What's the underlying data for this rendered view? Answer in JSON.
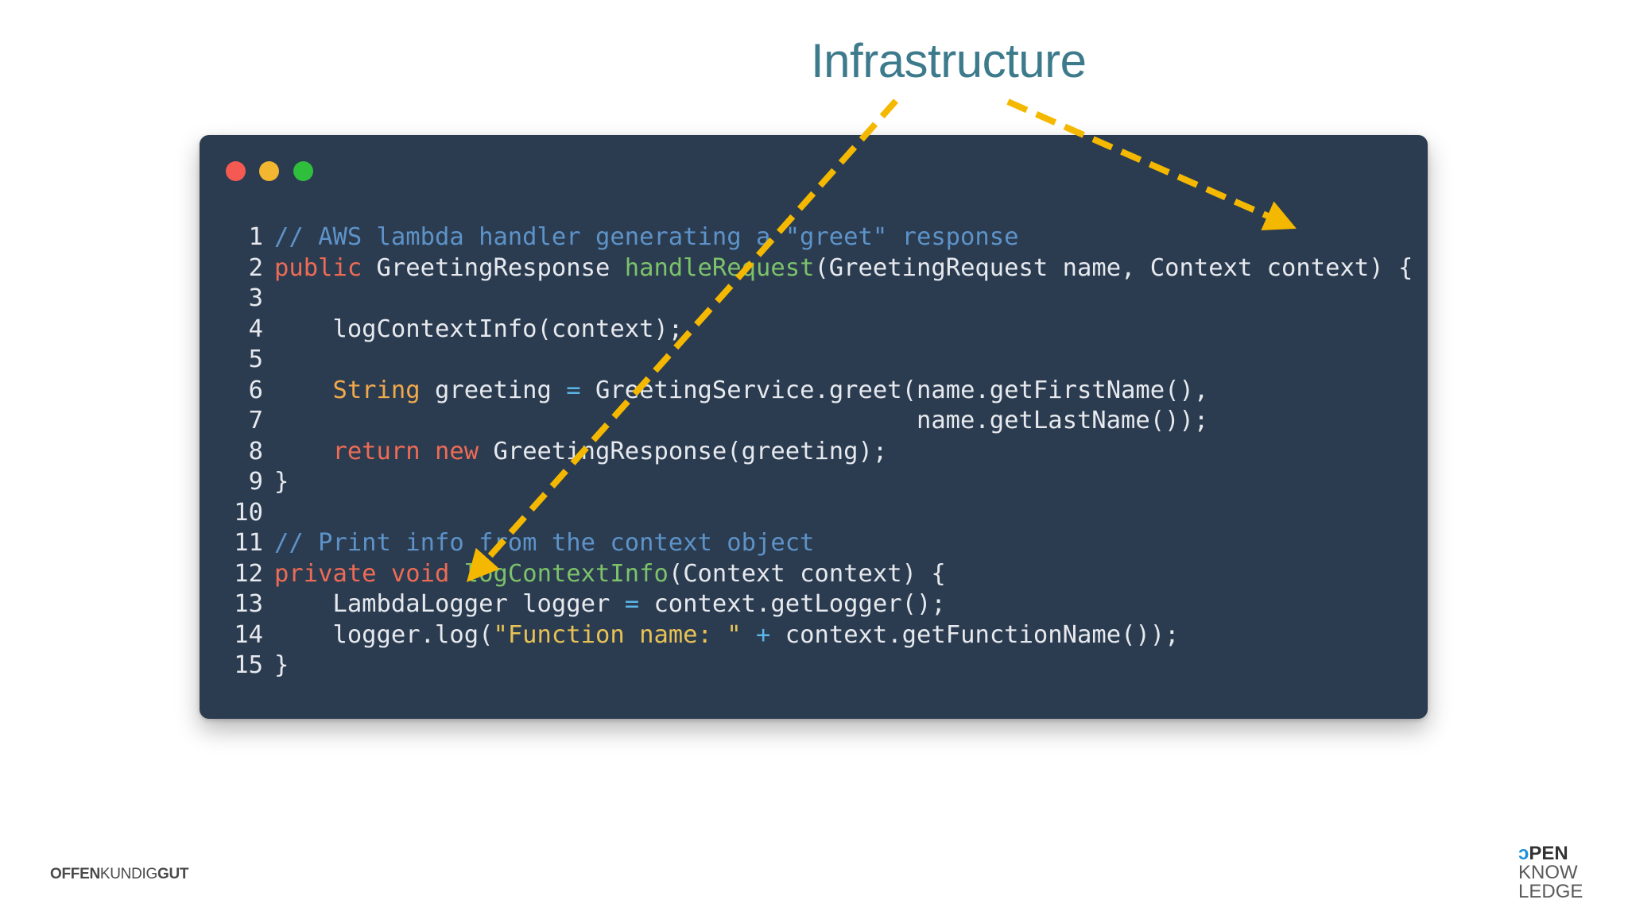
{
  "slide": {
    "headline": "Infrastructure"
  },
  "window": {
    "buttons": [
      "close",
      "minimize",
      "maximize"
    ]
  },
  "code": {
    "lines": [
      {
        "num": "1",
        "tokens": [
          {
            "t": "// AWS lambda handler generating a \"greet\" response",
            "c": "c"
          }
        ]
      },
      {
        "num": "2",
        "tokens": [
          {
            "t": "public",
            "c": "k"
          },
          {
            "t": " GreetingResponse ",
            "c": ""
          },
          {
            "t": "handleRequest",
            "c": "f"
          },
          {
            "t": "(GreetingRequest name, Context context) {",
            "c": ""
          }
        ]
      },
      {
        "num": "3",
        "tokens": []
      },
      {
        "num": "4",
        "tokens": [
          {
            "t": "    logContextInfo(context);",
            "c": ""
          }
        ]
      },
      {
        "num": "5",
        "tokens": []
      },
      {
        "num": "6",
        "tokens": [
          {
            "t": "    ",
            "c": ""
          },
          {
            "t": "String",
            "c": "t"
          },
          {
            "t": " greeting ",
            "c": ""
          },
          {
            "t": "=",
            "c": "o"
          },
          {
            "t": " GreetingService.greet(name.getFirstName(),",
            "c": ""
          }
        ]
      },
      {
        "num": "7",
        "tokens": [
          {
            "t": "                                            name.getLastName());",
            "c": ""
          }
        ]
      },
      {
        "num": "8",
        "tokens": [
          {
            "t": "    ",
            "c": ""
          },
          {
            "t": "return",
            "c": "k"
          },
          {
            "t": " ",
            "c": ""
          },
          {
            "t": "new",
            "c": "k"
          },
          {
            "t": " GreetingResponse(greeting);",
            "c": ""
          }
        ]
      },
      {
        "num": "9",
        "tokens": [
          {
            "t": "}",
            "c": ""
          }
        ]
      },
      {
        "num": "10",
        "tokens": []
      },
      {
        "num": "11",
        "tokens": [
          {
            "t": "// Print info from the context object",
            "c": "c"
          }
        ]
      },
      {
        "num": "12",
        "tokens": [
          {
            "t": "private",
            "c": "k"
          },
          {
            "t": " ",
            "c": ""
          },
          {
            "t": "void",
            "c": "k"
          },
          {
            "t": " ",
            "c": ""
          },
          {
            "t": "logContextInfo",
            "c": "f"
          },
          {
            "t": "(Context context) {",
            "c": ""
          }
        ]
      },
      {
        "num": "13",
        "tokens": [
          {
            "t": "    LambdaLogger logger ",
            "c": ""
          },
          {
            "t": "=",
            "c": "o"
          },
          {
            "t": " context.getLogger();",
            "c": ""
          }
        ]
      },
      {
        "num": "14",
        "tokens": [
          {
            "t": "    logger.log(",
            "c": ""
          },
          {
            "t": "\"Function name: \"",
            "c": "s"
          },
          {
            "t": " ",
            "c": ""
          },
          {
            "t": "+",
            "c": "o"
          },
          {
            "t": " context.getFunctionName());",
            "c": ""
          }
        ]
      },
      {
        "num": "15",
        "tokens": [
          {
            "t": "}",
            "c": ""
          }
        ]
      }
    ]
  },
  "colors": {
    "editor_bg": "#2c3c50",
    "arrow": "#f5b800",
    "headline": "#3d7a8c"
  },
  "footer": {
    "left_bold_1": "OFFEN",
    "left_light": "KUNDIG",
    "left_bold_2": "GUT",
    "right_line1": "PEN",
    "right_line2": "KNOW",
    "right_line3": "LEDGE"
  }
}
